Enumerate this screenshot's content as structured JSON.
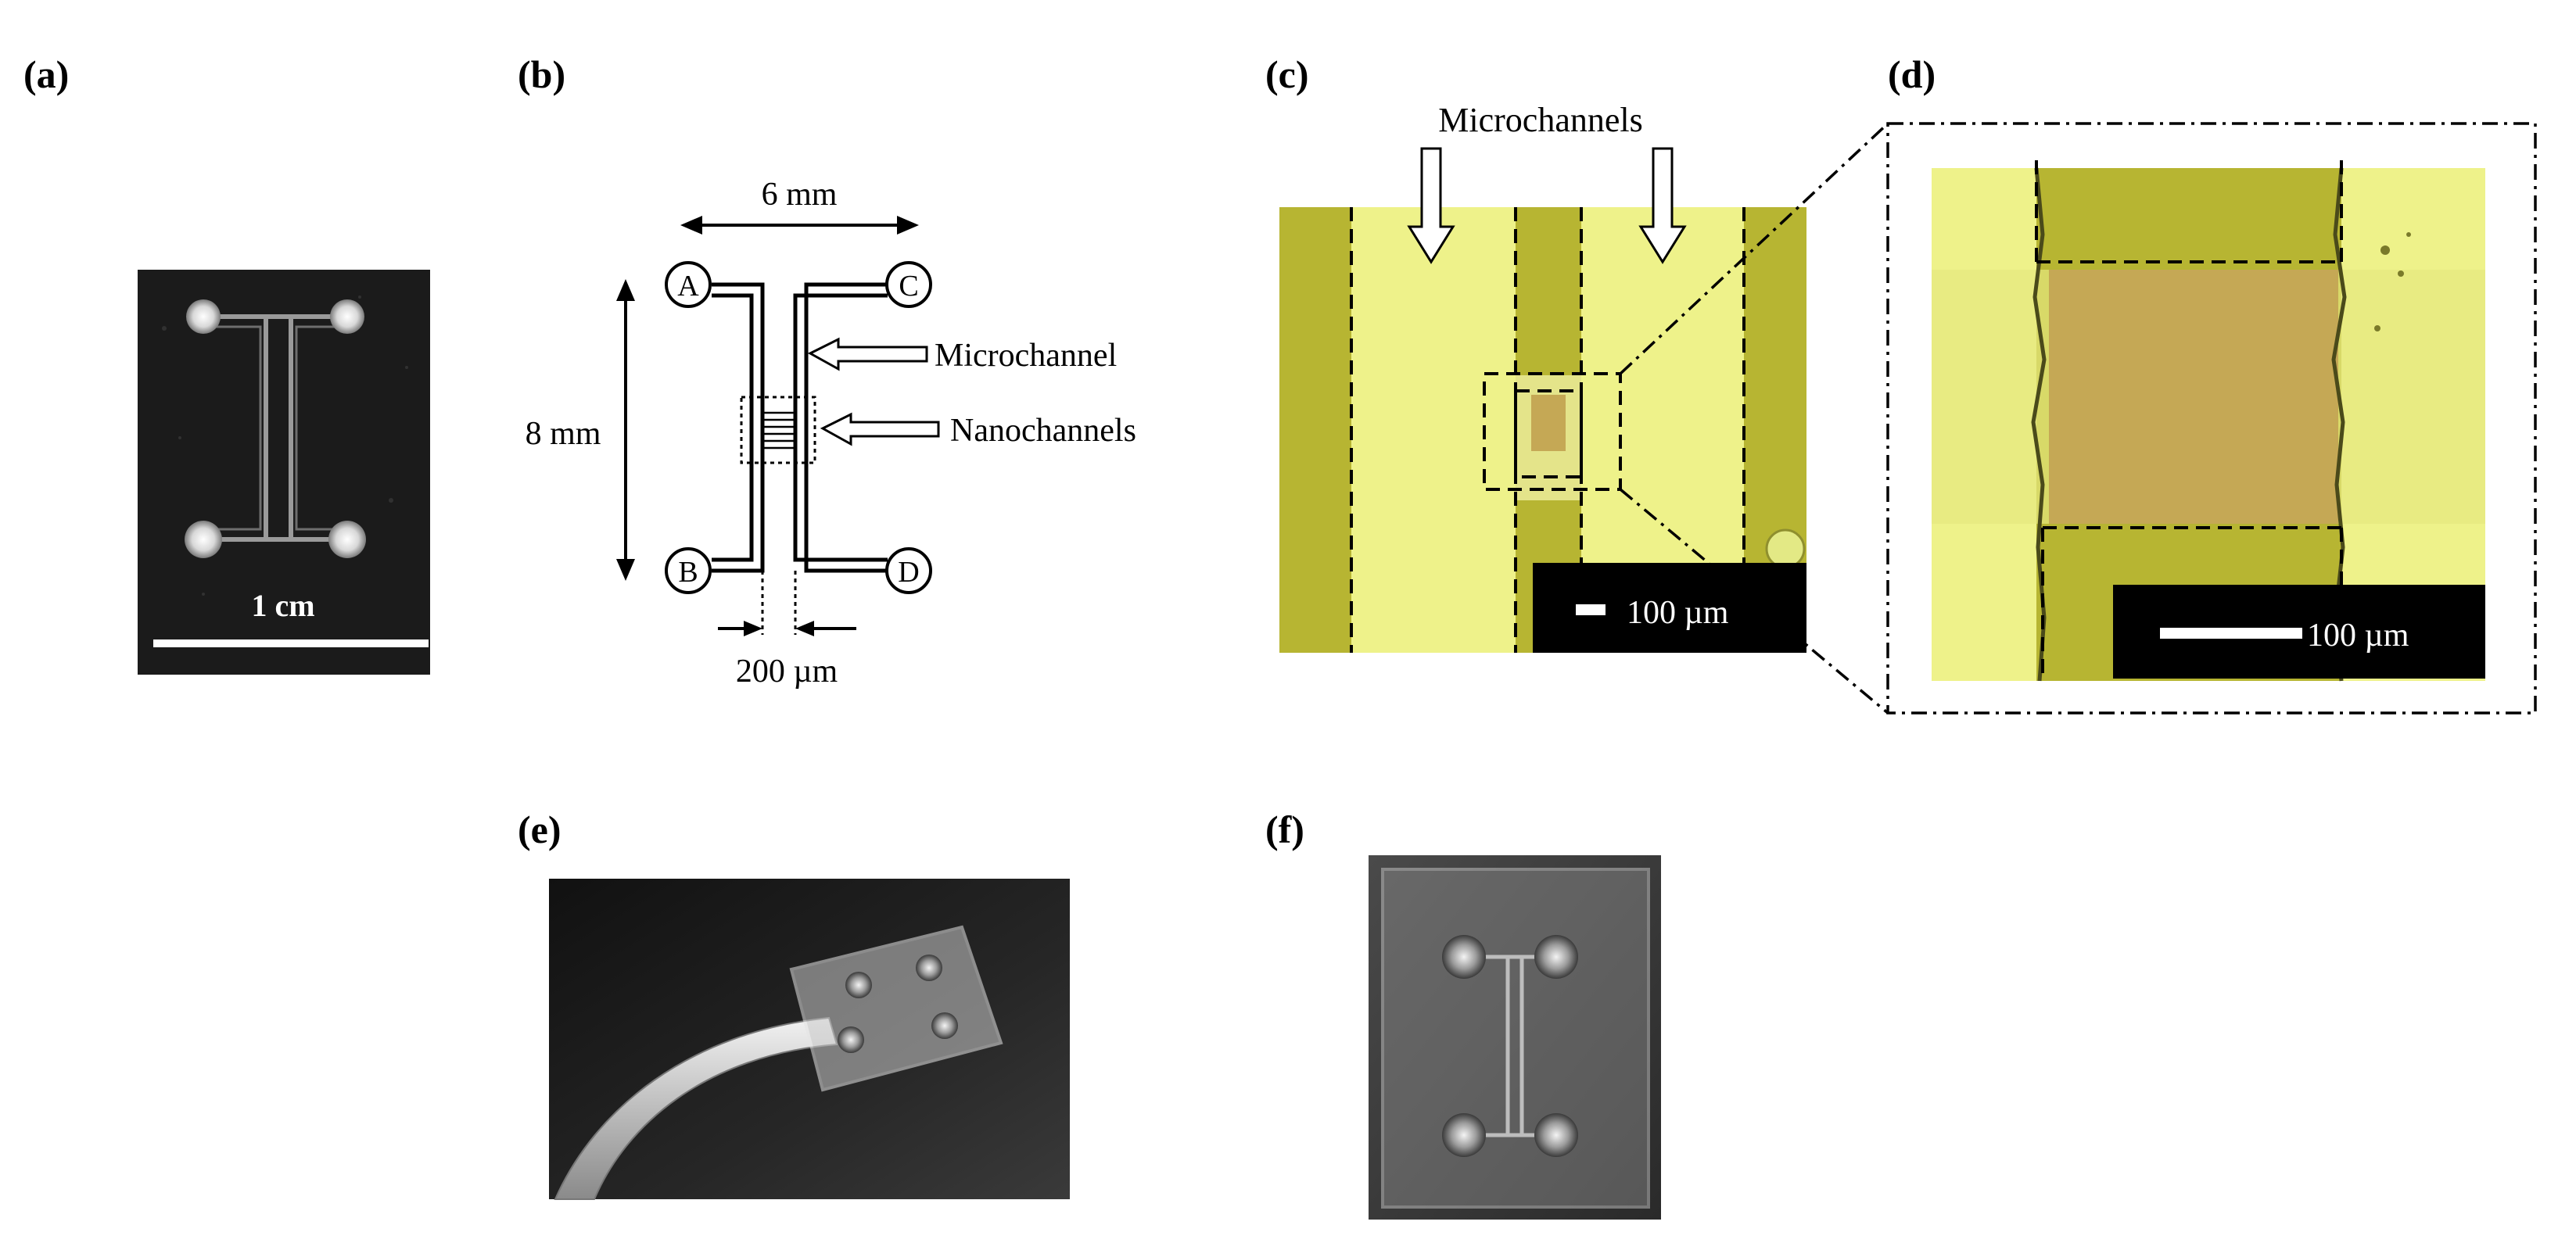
{
  "panels": {
    "a": {
      "label": "(a)",
      "scale_bar": "1 cm"
    },
    "b": {
      "label": "(b)",
      "width_dim": "6 mm",
      "height_dim": "8 mm",
      "gap_dim": "200 µm",
      "ports": [
        "A",
        "B",
        "C",
        "D"
      ],
      "callout_micro": "Microchannel",
      "callout_nano": "Nanochannels"
    },
    "c": {
      "label": "(c)",
      "title": "Microchannels",
      "scale_bar": "100 µm"
    },
    "d": {
      "label": "(d)",
      "scale_bar": "100 µm"
    },
    "e": {
      "label": "(e)"
    },
    "f": {
      "label": "(f)"
    }
  },
  "colors": {
    "photo_dark": "#1b1b1b",
    "micro_yellow": "#eef28a",
    "micro_olive": "#b7b532",
    "nano_tan": "#c5a855",
    "dark_gray": "#2a2a2a"
  }
}
